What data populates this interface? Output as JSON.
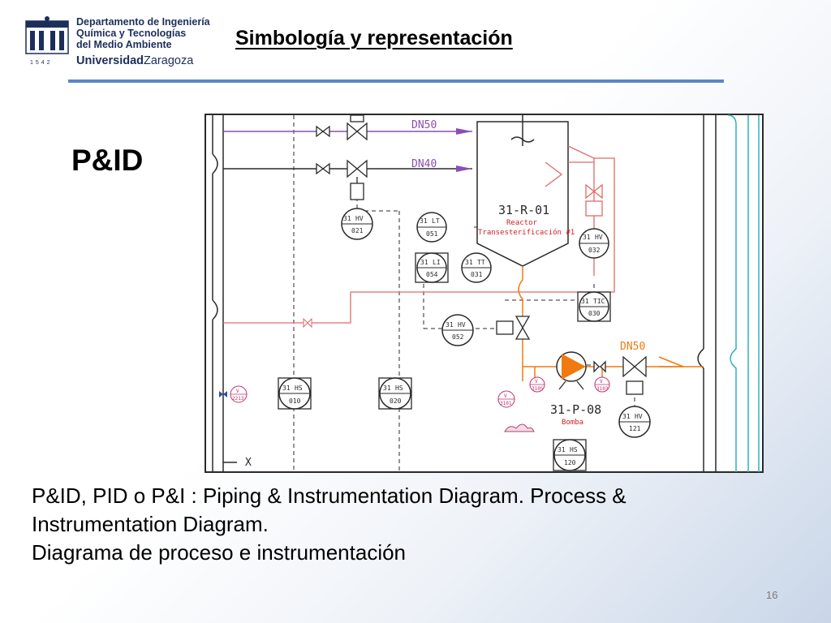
{
  "logo": {
    "line1": "Departamento de Ingeniería",
    "line2": "Química y Tecnologías",
    "line3": "del Medio Ambiente",
    "uni_bold": "Universidad",
    "uni_rest": "Zaragoza",
    "year": "1542"
  },
  "slide": {
    "title": "Simbología y representación",
    "pid_label": "P&ID",
    "body_line1": "P&ID, PID o P&I :  Piping & Instrumentation Diagram. Process &",
    "body_line2": "Instrumentation Diagram.",
    "body_line3": "Diagrama de proceso e instrumentación",
    "page_number": "16"
  },
  "colors": {
    "pipe_black": "#2a2a2a",
    "pipe_purple": "#8a4fb0",
    "pipe_red": "#e06a6a",
    "accent_orange": "#f07a10",
    "cyan": "#2fb0c0",
    "rule_blue": "#5b86c4"
  },
  "diagram": {
    "pipe_labels": [
      "DN50",
      "DN40",
      "DN50"
    ],
    "reactor": {
      "tag": "31-R-01",
      "name1": "Reactor",
      "name2": "Transesterificación #1"
    },
    "pump": {
      "tag": "31-P-08",
      "name": "Bomba"
    },
    "instruments": [
      {
        "area": "31",
        "func": "HV",
        "num": "021"
      },
      {
        "area": "31",
        "func": "LT",
        "num": "051"
      },
      {
        "area": "31",
        "func": "LI",
        "num": "054"
      },
      {
        "area": "31",
        "func": "TT",
        "num": "031"
      },
      {
        "area": "31",
        "func": "HV",
        "num": "032"
      },
      {
        "area": "31",
        "func": "TIC",
        "num": "030"
      },
      {
        "area": "31",
        "func": "HV",
        "num": "052"
      },
      {
        "area": "31",
        "func": "HS",
        "num": "010"
      },
      {
        "area": "31",
        "func": "HS",
        "num": "020"
      },
      {
        "area": "31",
        "func": "HV",
        "num": "121"
      },
      {
        "area": "31",
        "func": "HS",
        "num": "120"
      }
    ],
    "small_valves": [
      {
        "letter": "V",
        "num": "2213"
      },
      {
        "letter": "V",
        "num": "3105"
      },
      {
        "letter": "V",
        "num": "3103"
      },
      {
        "letter": "V",
        "num": "3101"
      }
    ],
    "x_marker": "X"
  }
}
